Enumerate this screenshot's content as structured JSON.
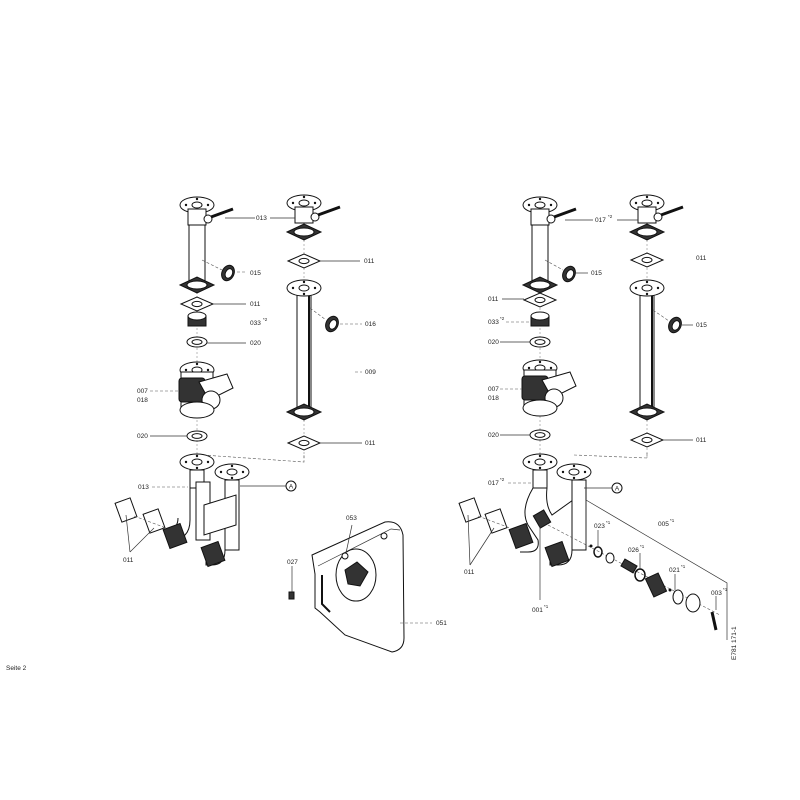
{
  "page_label": "Seite 2",
  "drawing_number": "E781 171-1",
  "callout_marker": "A",
  "left_assembly": {
    "labels": {
      "valve_top_a": "013",
      "sensor_a": "015",
      "gasket_a": "011",
      "check_valve": "033",
      "check_valve_note": "*2",
      "seal_a": "020",
      "gasket_b": "011",
      "sensor_b": "016",
      "pipe": "009",
      "pump": "007",
      "pump_alt": "018",
      "seal_b": "020",
      "gasket_c": "011",
      "valve_bottom": "013",
      "gaskets_side": "011",
      "insulation_part": "053",
      "clip": "027",
      "insulation_shell": "051"
    }
  },
  "right_assembly": {
    "labels": {
      "valve_top": "017",
      "valve_top_note": "*2",
      "sensor_a": "015",
      "gasket_a": "011",
      "check_valve": "033",
      "check_valve_note": "*2",
      "seal_a": "020",
      "gasket_b": "011",
      "sensor_b": "015",
      "pump": "007",
      "pump_alt": "018",
      "seal_b": "020",
      "gasket_c": "011",
      "valve_bottom": "017",
      "valve_bottom_note": "*2",
      "gaskets_side": "011",
      "mixer_body": "001",
      "mixer_body_note": "*1",
      "oring": "023",
      "oring_note": "*1",
      "kit": "005",
      "kit_note": "*1",
      "oring_b": "026",
      "oring_b_note": "*1",
      "spindle": "021",
      "spindle_note": "*1",
      "handle": "003",
      "handle_note": "*1"
    }
  }
}
